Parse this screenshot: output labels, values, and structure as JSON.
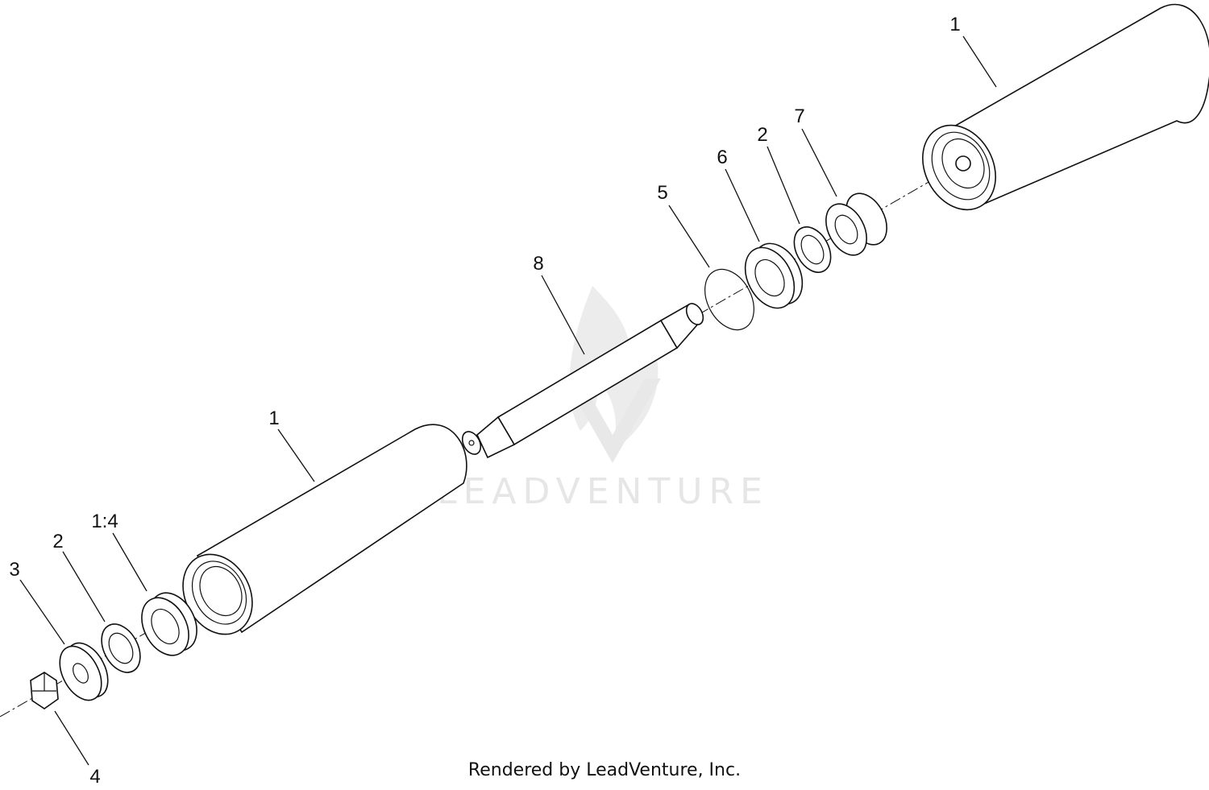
{
  "watermark": {
    "text": "LEADVENTURE",
    "logo_icon": "flame-v-logo-icon"
  },
  "footer": {
    "credit": "Rendered by LeadVenture, Inc."
  },
  "callouts": [
    {
      "id": "1-right",
      "label": "1"
    },
    {
      "id": "7",
      "label": "7"
    },
    {
      "id": "2-right",
      "label": "2"
    },
    {
      "id": "6",
      "label": "6"
    },
    {
      "id": "5",
      "label": "5"
    },
    {
      "id": "8",
      "label": "8"
    },
    {
      "id": "1-left",
      "label": "1"
    },
    {
      "id": "1-4",
      "label": "1:4"
    },
    {
      "id": "2-left",
      "label": "2"
    },
    {
      "id": "3",
      "label": "3"
    },
    {
      "id": "4",
      "label": "4"
    }
  ]
}
